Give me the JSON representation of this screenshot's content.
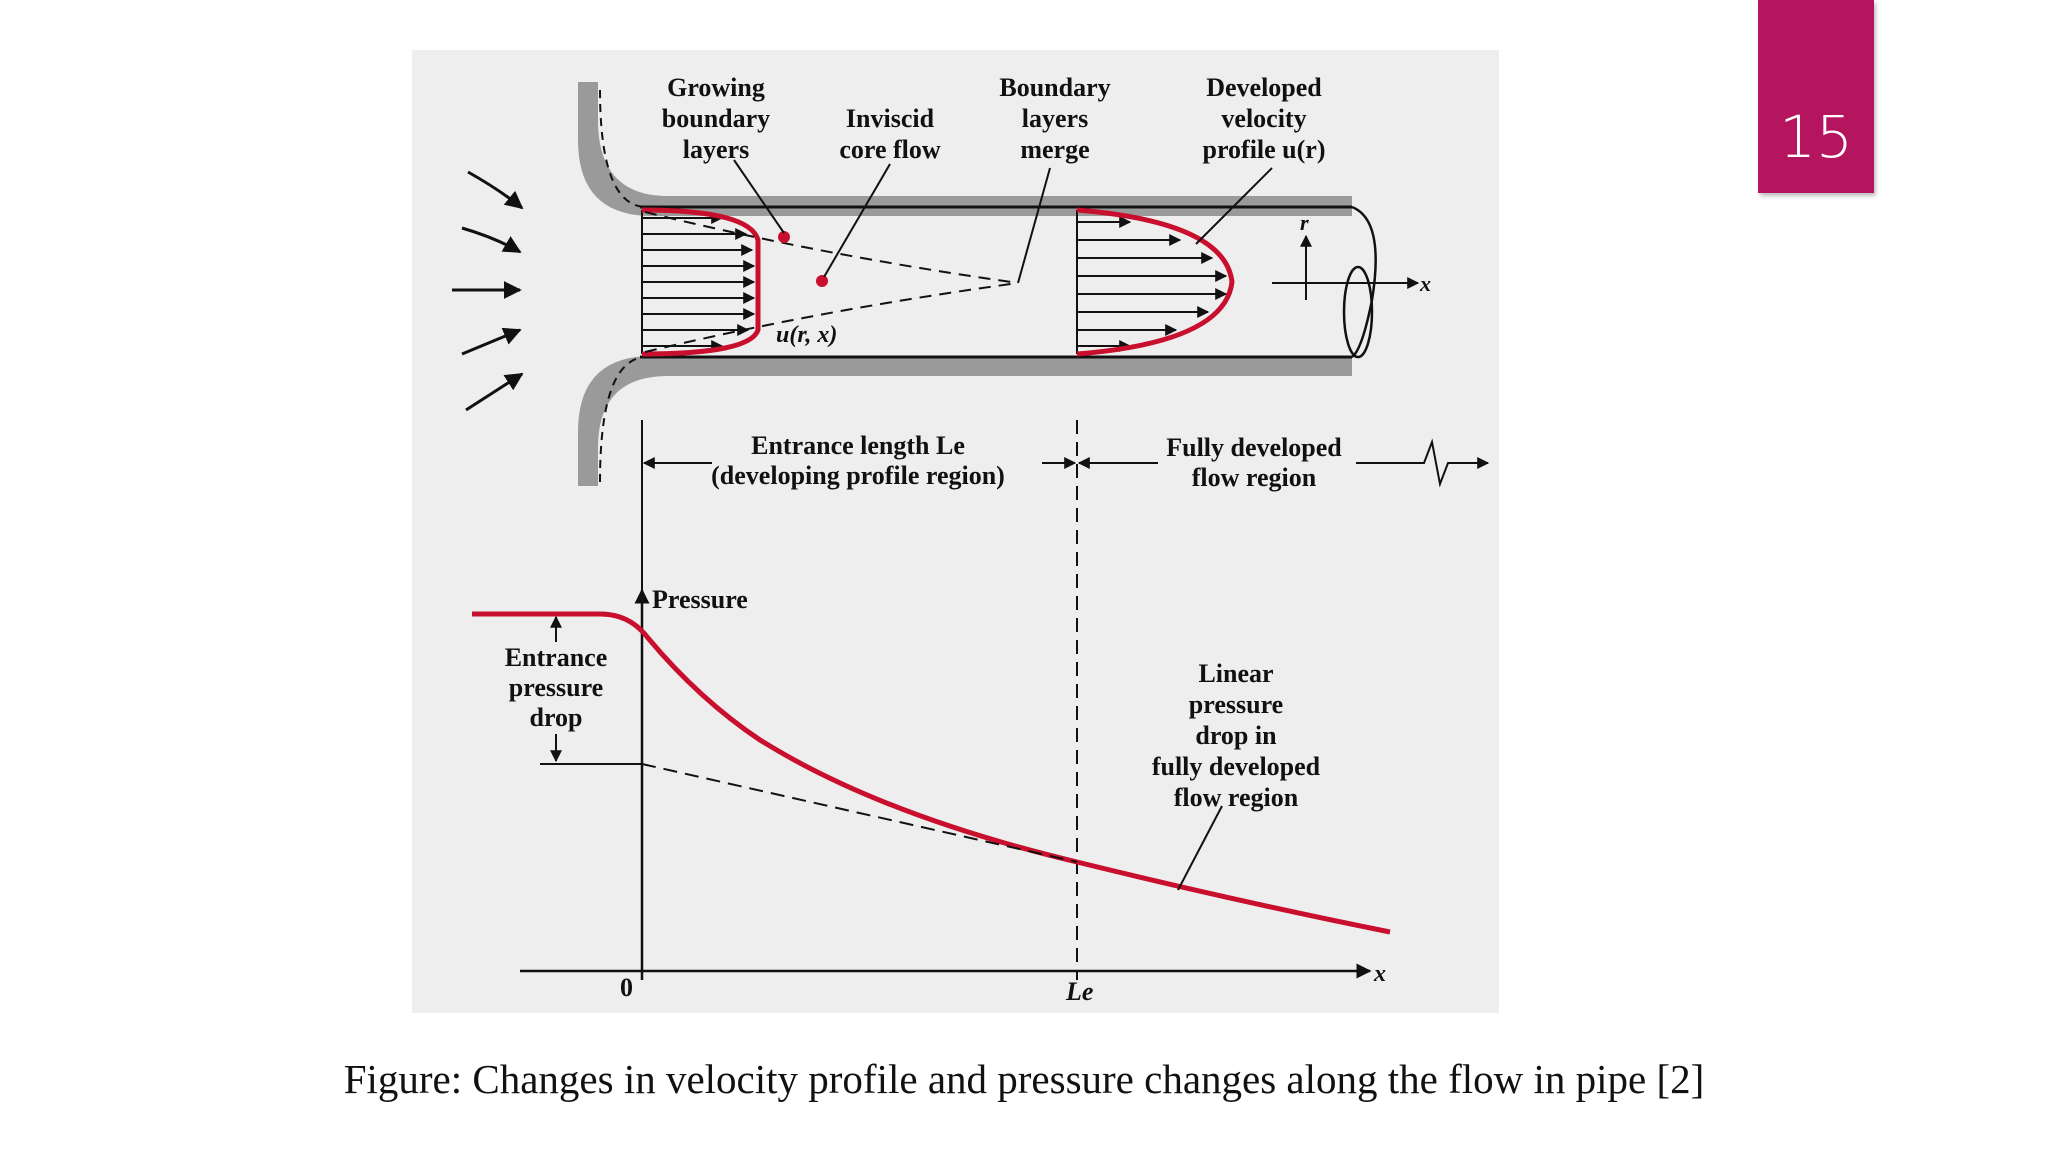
{
  "slide": {
    "page_number": "15"
  },
  "colors": {
    "accent": "#b5155f",
    "curve_red": "#c8102e",
    "panel_bg": "#eeeeee",
    "ink": "#111111"
  },
  "labels": {
    "growing": [
      "Growing",
      "boundary",
      "layers"
    ],
    "inviscid": [
      "Inviscid",
      "core flow"
    ],
    "merge": [
      "Boundary",
      "layers",
      "merge"
    ],
    "developed": [
      "Developed",
      "velocity",
      "profile u(r)"
    ],
    "u_rx": "u(r, x)",
    "r_axis": "r",
    "x_axis": "x",
    "entrance_length": [
      "Entrance length Le",
      "(developing profile region)"
    ],
    "fully_developed": [
      "Fully developed",
      "flow region"
    ],
    "pressure_axis": "Pressure",
    "entrance_drop": [
      "Entrance",
      "pressure",
      "drop"
    ],
    "linear_drop": [
      "Linear",
      "pressure",
      "drop in",
      "fully developed",
      "flow region"
    ],
    "origin": "0",
    "le_tick": "Le",
    "x_bottom": "x"
  },
  "caption": "Figure: Changes in velocity profile and pressure changes along the flow in pipe [2]"
}
